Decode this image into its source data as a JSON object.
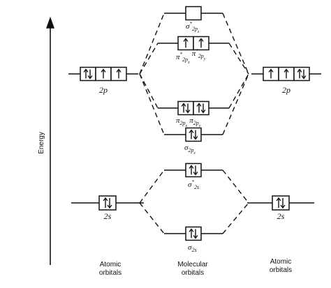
{
  "axis": {
    "label": "Energy"
  },
  "atomic_left": {
    "p": {
      "label": "2p",
      "electrons": [
        2,
        1,
        1
      ]
    },
    "s": {
      "label": "2s",
      "electrons": [
        2
      ]
    },
    "caption_line1": "Atomic",
    "caption_line2": "orbitals"
  },
  "atomic_right": {
    "p": {
      "label": "2p",
      "electrons": [
        1,
        1,
        2
      ]
    },
    "s": {
      "label": "2s",
      "electrons": [
        2
      ]
    },
    "caption_line1": "Atomic",
    "caption_line2": "orbitals"
  },
  "molecular": {
    "caption_line1": "Molecular",
    "caption_line2": "orbitals",
    "levels": [
      {
        "id": "sigma-star-2pz",
        "label_main": "σ",
        "label_sub": "2p",
        "label_subsub": "z",
        "label_star": "*",
        "electrons": [
          0
        ]
      },
      {
        "id": "pi-star-2p",
        "label_main": "π",
        "label_sub": "2p",
        "label_subsub_x": "x",
        "label_subsub_y": "y",
        "label_star": "*",
        "electrons": [
          1,
          1
        ]
      },
      {
        "id": "pi-2p",
        "label_main": "π",
        "label_sub": "2p",
        "label_subsub_x": "x",
        "label_subsub_y": "y",
        "electrons": [
          2,
          2
        ]
      },
      {
        "id": "sigma-2pz",
        "label_main": "σ",
        "label_sub": "2p",
        "label_subsub": "z",
        "electrons": [
          2
        ]
      },
      {
        "id": "sigma-star-2s",
        "label_main": "σ",
        "label_sub": "2s",
        "label_star": "*",
        "electrons": [
          2
        ]
      },
      {
        "id": "sigma-2s",
        "label_main": "σ",
        "label_sub": "2s",
        "electrons": [
          2
        ]
      }
    ]
  }
}
